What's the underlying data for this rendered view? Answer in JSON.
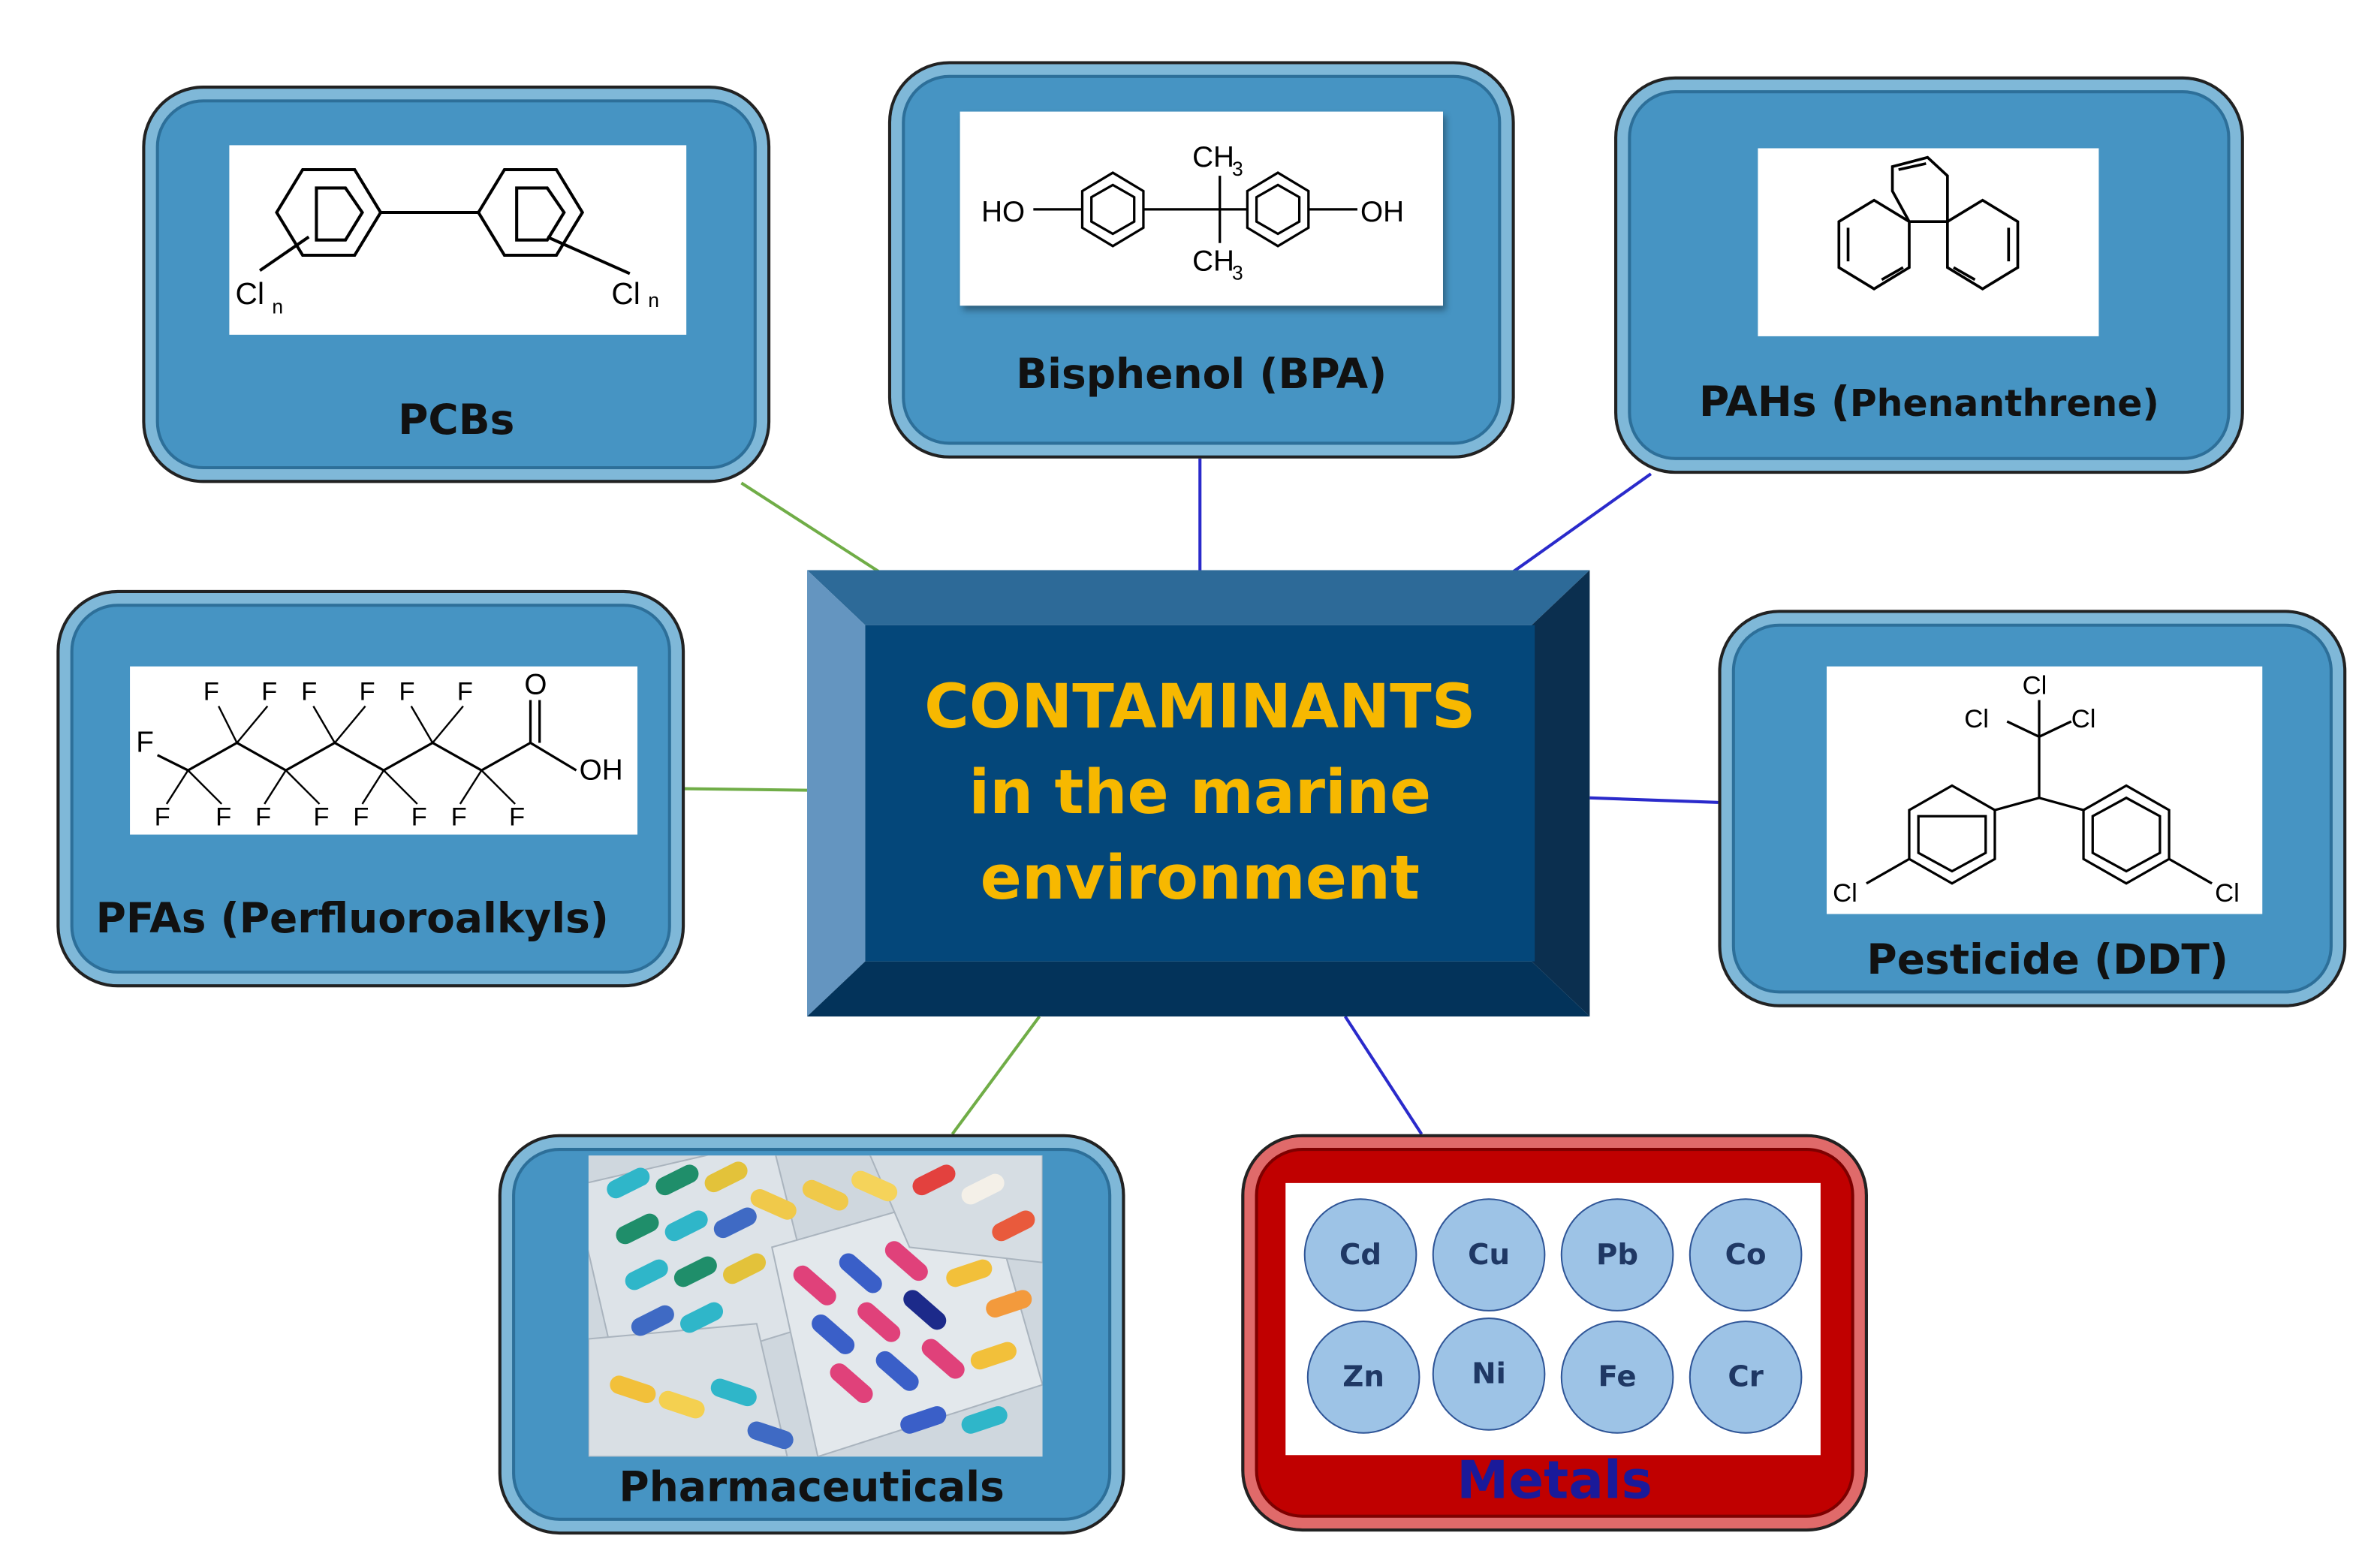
{
  "center": {
    "lines": [
      "CONTAMINANTS",
      "in the marine",
      "environment"
    ],
    "face_color": "#04477a",
    "text_color": "#f7b800"
  },
  "nodes": {
    "pcbs": {
      "label": "PCBs",
      "structure_labels": {
        "cl_left": "Cl",
        "n_left": "n",
        "cl_right": "Cl",
        "n_right": "n"
      }
    },
    "bpa": {
      "label": "Bisphenol (BPA)",
      "structure_labels": {
        "ho": "HO",
        "oh": "OH",
        "ch3_top": "CH",
        "ch3_bottom": "CH",
        "sub3": "3"
      }
    },
    "pahs": {
      "label_main": "PAHs (",
      "label_detail": "Phenanthrene)"
    },
    "pfas": {
      "label": "PFAs (Perfluoroalkyls)",
      "structure_labels": {
        "f": "F",
        "o": "O",
        "oh": "OH"
      }
    },
    "ddt": {
      "label": "Pesticide (DDT)",
      "structure_labels": {
        "cl": "Cl"
      }
    },
    "pharma": {
      "label": "Pharmaceuticals"
    },
    "metals": {
      "label": "Metals",
      "elements": [
        "Cd",
        "Cu",
        "Pb",
        "Co",
        "Zn",
        "Ni",
        "Fe",
        "Cr"
      ]
    }
  },
  "colors": {
    "card_blue": "#4694c3",
    "card_red": "#c00000",
    "connector_green": "#70ad47",
    "connector_blue": "#2a2acb",
    "metal_circle": "#9dc3e6"
  }
}
